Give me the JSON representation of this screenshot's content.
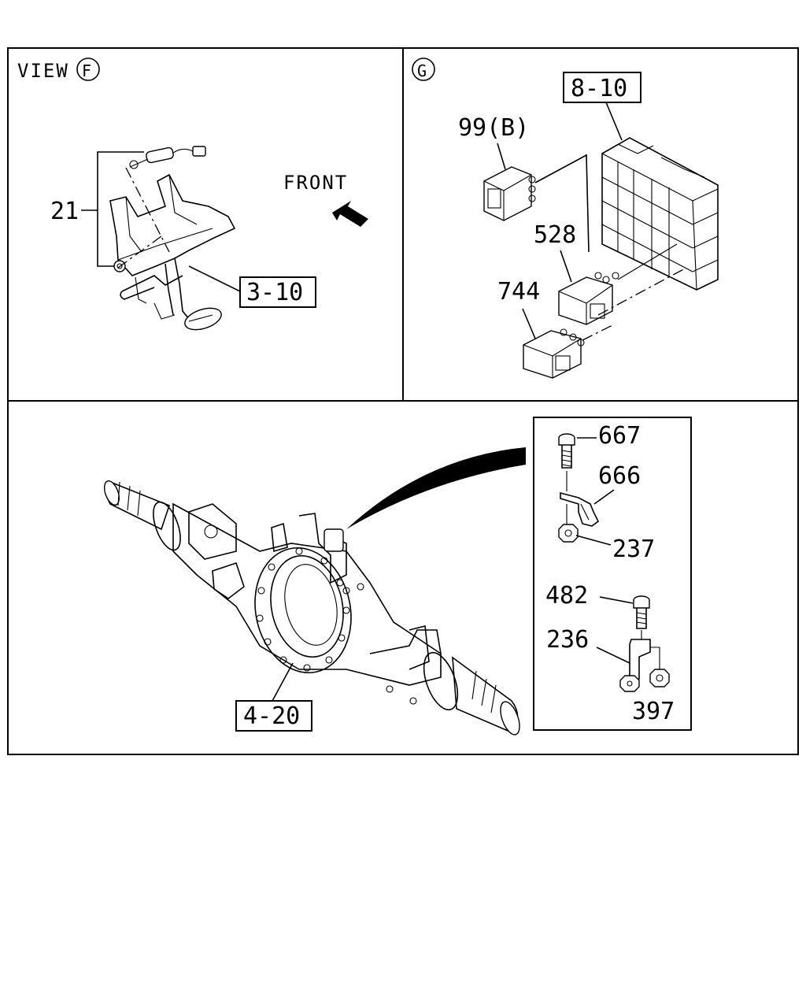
{
  "view_f": {
    "title": "VIEW",
    "circle_letter": "F",
    "front_label": "FRONT",
    "callouts": {
      "p21": "21",
      "ref_3_10": "3-10"
    }
  },
  "view_g": {
    "circle_letter": "G",
    "callouts": {
      "ref_8_10": "8-10",
      "p99b": "99(B)",
      "p528": "528",
      "p744": "744"
    }
  },
  "axle": {
    "callouts": {
      "ref_4_20": "4-20",
      "p667": "667",
      "p666": "666",
      "p237": "237",
      "p482": "482",
      "p236": "236",
      "p397": "397"
    }
  }
}
